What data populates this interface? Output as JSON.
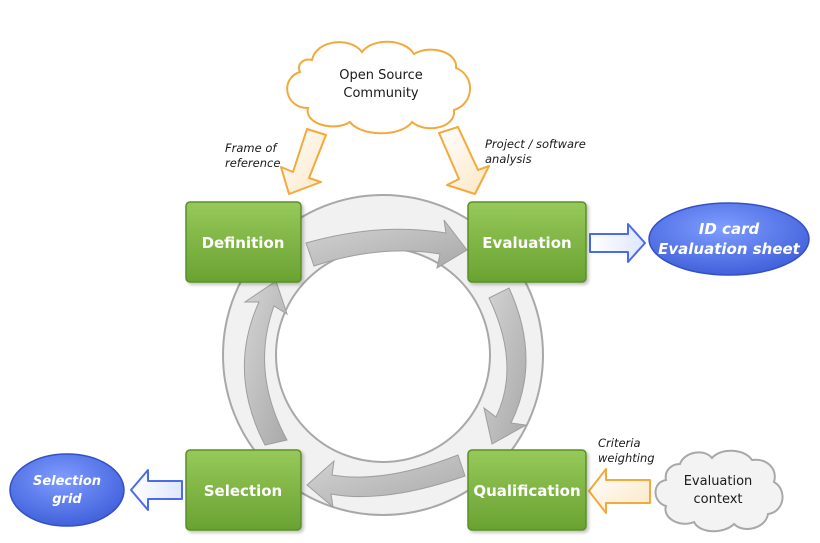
{
  "nodes": {
    "definition": "Definition",
    "evaluation": "Evaluation",
    "qualification": "Qualification",
    "selection": "Selection"
  },
  "clouds": {
    "community": {
      "line1": "Open Source",
      "line2": "Community"
    },
    "context": {
      "line1": "Evaluation",
      "line2": "context"
    }
  },
  "notes": {
    "frame": {
      "line1": "Frame of",
      "line2": "reference"
    },
    "analysis": {
      "line1": "Project / software",
      "line2": "analysis"
    },
    "criteria": {
      "line1": "Criteria",
      "line2": "weighting"
    }
  },
  "outputs": {
    "idcard": {
      "line1": "ID card",
      "line2": "Evaluation sheet"
    },
    "grid": {
      "line1": "Selection",
      "line2": "grid"
    }
  },
  "colors": {
    "box_green": "#7cb443",
    "output_blue": "#3f63e0",
    "input_orange": "#f3a93b",
    "cycle_gray": "#bdbdbd"
  }
}
